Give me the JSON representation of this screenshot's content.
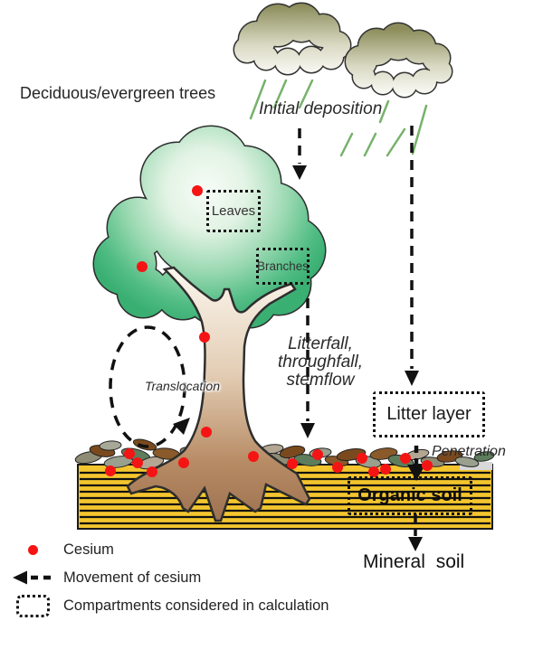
{
  "diagram": {
    "tree_type": "Deciduous/evergreen trees",
    "initial_deposition": "Initial deposition",
    "compartments": {
      "leaves": "Leaves",
      "branches": "Branches",
      "litter_layer": "Litter layer",
      "organic_soil": "Organic soil"
    },
    "processes": {
      "translocation": "Translocation",
      "litterfall_lines": [
        "Litterfall,",
        "throughfall,",
        "stemflow"
      ],
      "penetration": "Penetration"
    },
    "mineral_soil": "Mineral soil"
  },
  "legend": {
    "items": [
      {
        "icon": "cesium-dot",
        "label": "Cesium"
      },
      {
        "icon": "movement-arrow",
        "label": "Movement of cesium"
      },
      {
        "icon": "compartment-box",
        "label": "Compartments considered in calculation"
      }
    ]
  },
  "colors": {
    "cesium_red": "#f51414",
    "soil_gold": "#f3c52e",
    "rain_green": "#76b26a",
    "foliage_green": "#3aaf72",
    "cloud_olive": "#8c8d5b"
  }
}
